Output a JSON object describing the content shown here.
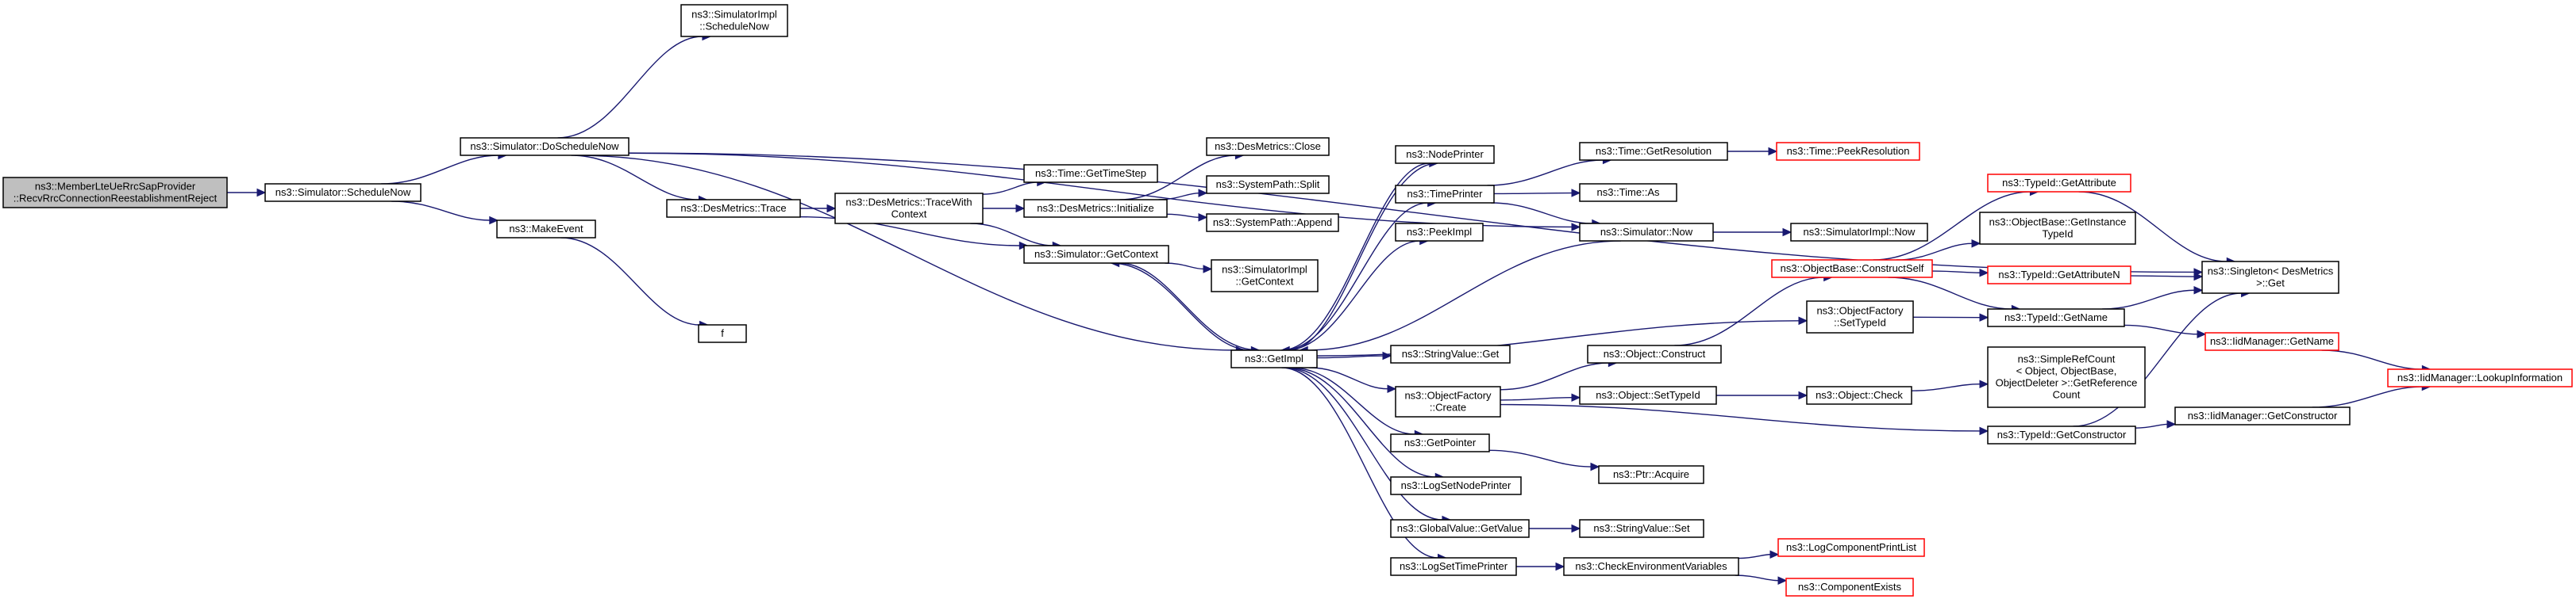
{
  "graph": {
    "colors": {
      "edge": "#191970",
      "node_border": "#000000",
      "highlight_border": "#ff0000",
      "root_fill": "#bfbfbf",
      "node_fill": "#ffffff"
    },
    "nodes": [
      {
        "id": "root",
        "lines": [
          "ns3::MemberLteUeRrcSapProvider",
          "::RecvRrcConnectionReestablishmentReject"
        ],
        "style": "root"
      },
      {
        "id": "sched_now",
        "lines": [
          "ns3::Simulator::ScheduleNow"
        ],
        "style": "normal"
      },
      {
        "id": "do_sched_now",
        "lines": [
          "ns3::Simulator::DoScheduleNow"
        ],
        "style": "normal"
      },
      {
        "id": "make_event",
        "lines": [
          "ns3::MakeEvent"
        ],
        "style": "normal"
      },
      {
        "id": "simimpl_schednow",
        "lines": [
          "ns3::SimulatorImpl",
          "::ScheduleNow"
        ],
        "style": "normal"
      },
      {
        "id": "f",
        "lines": [
          "f"
        ],
        "style": "normal"
      },
      {
        "id": "des_trace",
        "lines": [
          "ns3::DesMetrics::Trace"
        ],
        "style": "normal"
      },
      {
        "id": "trace_with_ctx",
        "lines": [
          "ns3::DesMetrics::TraceWith",
          "Context"
        ],
        "style": "normal"
      },
      {
        "id": "time_timestep",
        "lines": [
          "ns3::Time::GetTimeStep"
        ],
        "style": "normal"
      },
      {
        "id": "des_init",
        "lines": [
          "ns3::DesMetrics::Initialize"
        ],
        "style": "normal"
      },
      {
        "id": "des_close",
        "lines": [
          "ns3::DesMetrics::Close"
        ],
        "style": "normal"
      },
      {
        "id": "syspath_split",
        "lines": [
          "ns3::SystemPath::Split"
        ],
        "style": "normal"
      },
      {
        "id": "syspath_append",
        "lines": [
          "ns3::SystemPath::Append"
        ],
        "style": "normal"
      },
      {
        "id": "sim_getcontext",
        "lines": [
          "ns3::Simulator::GetContext"
        ],
        "style": "normal"
      },
      {
        "id": "simimpl_getcontext",
        "lines": [
          "ns3::SimulatorImpl",
          "::GetContext"
        ],
        "style": "normal"
      },
      {
        "id": "getimpl",
        "lines": [
          "ns3::GetImpl"
        ],
        "style": "normal"
      },
      {
        "id": "nodeprinter",
        "lines": [
          "ns3::NodePrinter"
        ],
        "style": "normal"
      },
      {
        "id": "timeprinter",
        "lines": [
          "ns3::TimePrinter"
        ],
        "style": "normal"
      },
      {
        "id": "peekimpl",
        "lines": [
          "ns3::PeekImpl"
        ],
        "style": "normal"
      },
      {
        "id": "strval_get",
        "lines": [
          "ns3::StringValue::Get"
        ],
        "style": "normal"
      },
      {
        "id": "objfactory_create",
        "lines": [
          "ns3::ObjectFactory",
          "::Create"
        ],
        "style": "normal"
      },
      {
        "id": "getpointer",
        "lines": [
          "ns3::GetPointer"
        ],
        "style": "normal"
      },
      {
        "id": "logsetnodeprinter",
        "lines": [
          "ns3::LogSetNodePrinter"
        ],
        "style": "normal"
      },
      {
        "id": "gv_getvalue",
        "lines": [
          "ns3::GlobalValue::GetValue"
        ],
        "style": "normal"
      },
      {
        "id": "logsettimeprinter",
        "lines": [
          "ns3::LogSetTimePrinter"
        ],
        "style": "normal"
      },
      {
        "id": "time_getres",
        "lines": [
          "ns3::Time::GetResolution"
        ],
        "style": "normal"
      },
      {
        "id": "time_peekres",
        "lines": [
          "ns3::Time::PeekResolution"
        ],
        "style": "highlight"
      },
      {
        "id": "time_as",
        "lines": [
          "ns3::Time::As"
        ],
        "style": "normal"
      },
      {
        "id": "sim_now",
        "lines": [
          "ns3::Simulator::Now"
        ],
        "style": "normal"
      },
      {
        "id": "simimpl_now",
        "lines": [
          "ns3::SimulatorImpl::Now"
        ],
        "style": "normal"
      },
      {
        "id": "objbase_constructself",
        "lines": [
          "ns3::ObjectBase::ConstructSelf"
        ],
        "style": "highlight"
      },
      {
        "id": "objfactory_settypeid",
        "lines": [
          "ns3::ObjectFactory",
          "::SetTypeId"
        ],
        "style": "normal"
      },
      {
        "id": "object_construct",
        "lines": [
          "ns3::Object::Construct"
        ],
        "style": "normal"
      },
      {
        "id": "object_settypeid",
        "lines": [
          "ns3::Object::SetTypeId"
        ],
        "style": "normal"
      },
      {
        "id": "ptr_acquire",
        "lines": [
          "ns3::Ptr::Acquire"
        ],
        "style": "normal"
      },
      {
        "id": "strval_set",
        "lines": [
          "ns3::StringValue::Set"
        ],
        "style": "normal"
      },
      {
        "id": "check_env",
        "lines": [
          "ns3::CheckEnvironmentVariables"
        ],
        "style": "normal"
      },
      {
        "id": "typeid_getattr",
        "lines": [
          "ns3::TypeId::GetAttribute"
        ],
        "style": "highlight"
      },
      {
        "id": "objbase_getinsttypeid",
        "lines": [
          "ns3::ObjectBase::GetInstance",
          "TypeId"
        ],
        "style": "normal"
      },
      {
        "id": "typeid_getattrn",
        "lines": [
          "ns3::TypeId::GetAttributeN"
        ],
        "style": "highlight"
      },
      {
        "id": "typeid_getname",
        "lines": [
          "ns3::TypeId::GetName"
        ],
        "style": "normal"
      },
      {
        "id": "object_check",
        "lines": [
          "ns3::Object::Check"
        ],
        "style": "normal"
      },
      {
        "id": "simplerefcount",
        "lines": [
          "ns3::SimpleRefCount",
          "< Object, ObjectBase,",
          "ObjectDeleter >::GetReference",
          "Count"
        ],
        "style": "normal"
      },
      {
        "id": "typeid_getctor",
        "lines": [
          "ns3::TypeId::GetConstructor"
        ],
        "style": "normal"
      },
      {
        "id": "logcompprintlist",
        "lines": [
          "ns3::LogComponentPrintList"
        ],
        "style": "highlight"
      },
      {
        "id": "compexists",
        "lines": [
          "ns3::ComponentExists"
        ],
        "style": "highlight"
      },
      {
        "id": "singleton_get",
        "lines": [
          "ns3::Singleton< DesMetrics",
          " >::Get"
        ],
        "style": "normal"
      },
      {
        "id": "iidmgr_getname",
        "lines": [
          "ns3::IidManager::GetName"
        ],
        "style": "highlight"
      },
      {
        "id": "iidmgr_getctor",
        "lines": [
          "ns3::IidManager::GetConstructor"
        ],
        "style": "normal"
      },
      {
        "id": "iidmgr_lookup",
        "lines": [
          "ns3::IidManager::LookupInformation"
        ],
        "style": "highlight"
      }
    ],
    "edges": [
      [
        "root",
        "sched_now"
      ],
      [
        "sched_now",
        "do_sched_now"
      ],
      [
        "sched_now",
        "make_event"
      ],
      [
        "do_sched_now",
        "simimpl_schednow"
      ],
      [
        "do_sched_now",
        "des_trace"
      ],
      [
        "do_sched_now",
        "getimpl"
      ],
      [
        "do_sched_now",
        "sim_now"
      ],
      [
        "do_sched_now",
        "singleton_get"
      ],
      [
        "make_event",
        "f"
      ],
      [
        "des_trace",
        "trace_with_ctx"
      ],
      [
        "des_trace",
        "sim_getcontext"
      ],
      [
        "trace_with_ctx",
        "time_timestep"
      ],
      [
        "trace_with_ctx",
        "des_init"
      ],
      [
        "trace_with_ctx",
        "sim_getcontext"
      ],
      [
        "des_init",
        "des_close"
      ],
      [
        "des_init",
        "syspath_split"
      ],
      [
        "des_init",
        "syspath_append"
      ],
      [
        "sim_getcontext",
        "simimpl_getcontext"
      ],
      [
        "sim_getcontext",
        "getimpl"
      ],
      [
        "getimpl",
        "sim_getcontext"
      ],
      [
        "getimpl",
        "nodeprinter"
      ],
      [
        "getimpl",
        "timeprinter"
      ],
      [
        "getimpl",
        "peekimpl"
      ],
      [
        "getimpl",
        "strval_get"
      ],
      [
        "getimpl",
        "objfactory_create"
      ],
      [
        "getimpl",
        "getpointer"
      ],
      [
        "getimpl",
        "logsetnodeprinter"
      ],
      [
        "getimpl",
        "gv_getvalue"
      ],
      [
        "getimpl",
        "logsettimeprinter"
      ],
      [
        "getimpl",
        "objfactory_settypeid"
      ],
      [
        "nodeprinter",
        "getimpl"
      ],
      [
        "timeprinter",
        "time_getres"
      ],
      [
        "timeprinter",
        "time_as"
      ],
      [
        "timeprinter",
        "sim_now"
      ],
      [
        "time_getres",
        "time_peekres"
      ],
      [
        "sim_now",
        "simimpl_now"
      ],
      [
        "sim_now",
        "getimpl"
      ],
      [
        "objfactory_create",
        "object_construct"
      ],
      [
        "objfactory_create",
        "object_settypeid"
      ],
      [
        "objfactory_create",
        "typeid_getctor"
      ],
      [
        "getpointer",
        "ptr_acquire"
      ],
      [
        "gv_getvalue",
        "strval_set"
      ],
      [
        "logsettimeprinter",
        "check_env"
      ],
      [
        "object_construct",
        "objbase_constructself"
      ],
      [
        "object_settypeid",
        "object_check"
      ],
      [
        "objfactory_settypeid",
        "typeid_getname"
      ],
      [
        "objbase_constructself",
        "typeid_getattr"
      ],
      [
        "objbase_constructself",
        "objbase_getinsttypeid"
      ],
      [
        "objbase_constructself",
        "typeid_getattrn"
      ],
      [
        "objbase_constructself",
        "typeid_getname"
      ],
      [
        "typeid_getattr",
        "singleton_get"
      ],
      [
        "typeid_getattrn",
        "singleton_get"
      ],
      [
        "typeid_getname",
        "singleton_get"
      ],
      [
        "typeid_getname",
        "iidmgr_getname"
      ],
      [
        "object_check",
        "simplerefcount"
      ],
      [
        "typeid_getctor",
        "iidmgr_getctor"
      ],
      [
        "typeid_getctor",
        "singleton_get"
      ],
      [
        "check_env",
        "logcompprintlist"
      ],
      [
        "check_env",
        "compexists"
      ],
      [
        "iidmgr_getname",
        "iidmgr_lookup"
      ],
      [
        "iidmgr_getctor",
        "iidmgr_lookup"
      ]
    ]
  }
}
